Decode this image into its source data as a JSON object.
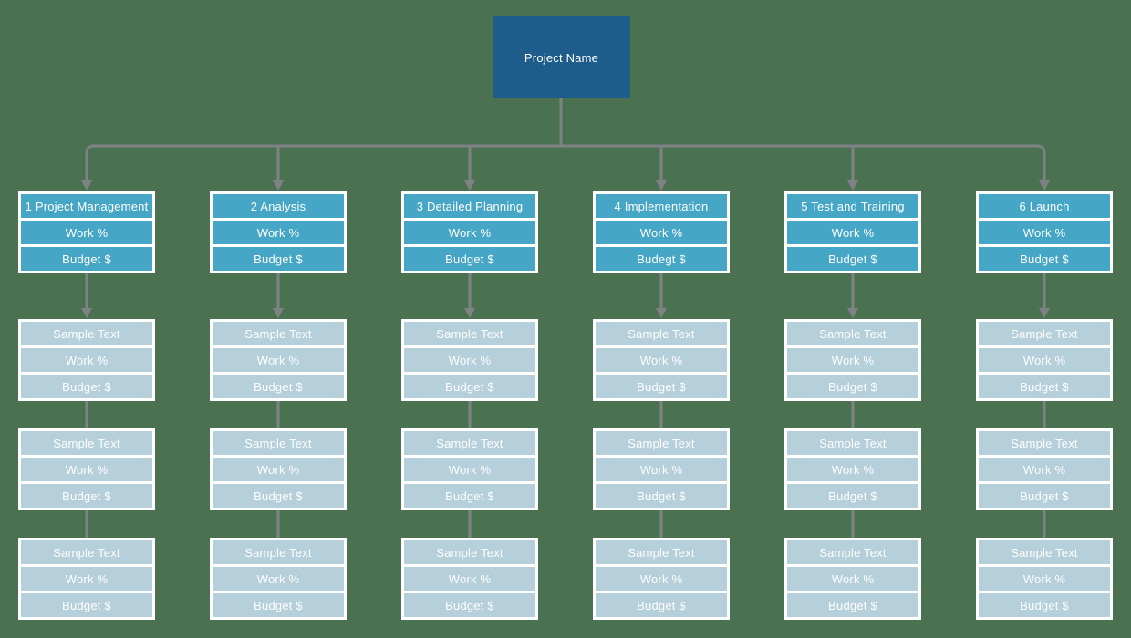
{
  "colors": {
    "background": "#4a7250",
    "root_fill": "#1e5c8c",
    "level1_fill": "#45a6c6",
    "level2_fill": "#b5cfdb",
    "connector": "#7f8285",
    "text": "#ffffff"
  },
  "root": {
    "label": "Project Name"
  },
  "columns": [
    {
      "header": {
        "title": "1 Project Management",
        "work": "Work %",
        "budget": "Budget $"
      },
      "children": [
        {
          "title": "Sample Text",
          "work": "Work %",
          "budget": "Budget $"
        },
        {
          "title": "Sample Text",
          "work": "Work %",
          "budget": "Budget $"
        },
        {
          "title": "Sample Text",
          "work": "Work %",
          "budget": "Budget $"
        }
      ]
    },
    {
      "header": {
        "title": "2 Analysis",
        "work": "Work %",
        "budget": "Budget $"
      },
      "children": [
        {
          "title": "Sample Text",
          "work": "Work %",
          "budget": "Budget $"
        },
        {
          "title": "Sample Text",
          "work": "Work %",
          "budget": "Budget $"
        },
        {
          "title": "Sample Text",
          "work": "Work %",
          "budget": "Budget $"
        }
      ]
    },
    {
      "header": {
        "title": "3 Detailed Planning",
        "work": "Work %",
        "budget": "Budget $"
      },
      "children": [
        {
          "title": "Sample Text",
          "work": "Work %",
          "budget": "Budget $"
        },
        {
          "title": "Sample Text",
          "work": "Work %",
          "budget": "Budget $"
        },
        {
          "title": "Sample Text",
          "work": "Work %",
          "budget": "Budget $"
        }
      ]
    },
    {
      "header": {
        "title": "4 Implementation",
        "work": "Work %",
        "budget": "Budegt $"
      },
      "children": [
        {
          "title": "Sample Text",
          "work": "Work %",
          "budget": "Budget $"
        },
        {
          "title": "Sample Text",
          "work": "Work %",
          "budget": "Budget $"
        },
        {
          "title": "Sample Text",
          "work": "Work %",
          "budget": "Budget $"
        }
      ]
    },
    {
      "header": {
        "title": "5 Test and Training",
        "work": "Work %",
        "budget": "Budget $"
      },
      "children": [
        {
          "title": "Sample Text",
          "work": "Work %",
          "budget": "Budget $"
        },
        {
          "title": "Sample Text",
          "work": "Work %",
          "budget": "Budget $"
        },
        {
          "title": "Sample Text",
          "work": "Work %",
          "budget": "Budget $"
        }
      ]
    },
    {
      "header": {
        "title": "6 Launch",
        "work": "Work %",
        "budget": "Budget $"
      },
      "children": [
        {
          "title": "Sample Text",
          "work": "Work %",
          "budget": "Budget $"
        },
        {
          "title": "Sample Text",
          "work": "Work %",
          "budget": "Budget $"
        },
        {
          "title": "Sample Text",
          "work": "Work %",
          "budget": "Budget $"
        }
      ]
    }
  ]
}
